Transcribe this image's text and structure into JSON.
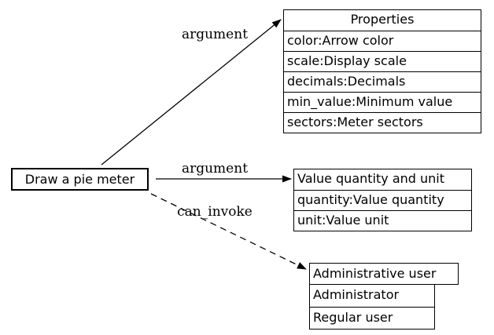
{
  "diagram": {
    "node": {
      "label": "Draw a pie meter"
    },
    "properties_table": {
      "header": "Properties",
      "rows": [
        "color:Arrow color",
        "scale:Display scale",
        "decimals:Decimals",
        "min_value:Minimum value",
        "sectors:Meter sectors"
      ]
    },
    "value_table": {
      "header": "Value quantity and unit",
      "rows": [
        "quantity:Value quantity",
        "unit:Value unit"
      ]
    },
    "access_table": {
      "header": "Administrative user",
      "rows": [
        "Administrator",
        "Regular user"
      ]
    },
    "edges": [
      {
        "label": "argument",
        "style": "solid",
        "from": "Draw a pie meter",
        "to": "Properties"
      },
      {
        "label": "argument",
        "style": "solid",
        "from": "Draw a pie meter",
        "to": "Value quantity and unit"
      },
      {
        "label": "can_invoke",
        "style": "dashed",
        "from": "Draw a pie meter",
        "to": "Administrative user"
      }
    ],
    "colors": {
      "line": "#000000",
      "text": "#000000",
      "background": "#ffffff"
    }
  }
}
